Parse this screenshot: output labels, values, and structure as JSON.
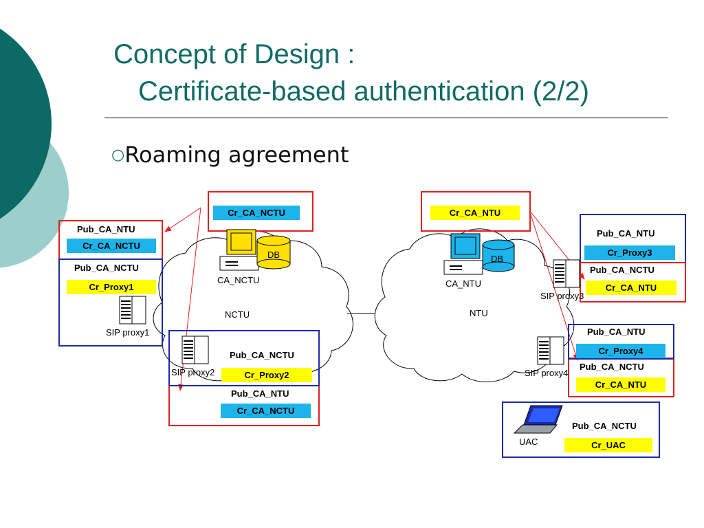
{
  "title": {
    "line1": "Concept of Design :",
    "line2": "Certificate-based authentication (2/2)"
  },
  "bullet": {
    "mark": "○",
    "text": "Roaming agreement"
  },
  "clouds": {
    "left": "NCTU",
    "right": "NTU"
  },
  "servers": {
    "ca_nctu": {
      "label": "CA_NCTU",
      "db": "DB"
    },
    "ca_ntu": {
      "label": "CA_NTU",
      "db": "DB"
    },
    "proxy1": "SIP proxy1",
    "proxy2": "SIP proxy2",
    "proxy3": "SIP proxy3",
    "proxy4": "SIP proxy4",
    "uac": "UAC"
  },
  "certs": {
    "ca_nctu_cert": "Cr_CA_NCTU",
    "ca_ntu_cert": "Cr_CA_NTU",
    "proxy1_top": {
      "pub": "Pub_CA_NTU",
      "cert": "Cr_CA_NCTU"
    },
    "proxy1_bottom": {
      "pub": "Pub_CA_NCTU",
      "cert": "Cr_Proxy1"
    },
    "proxy2_top": {
      "pub": "Pub_CA_NCTU",
      "cert": "Cr_Proxy2"
    },
    "proxy2_bottom": {
      "pub": "Pub_CA_NTU",
      "cert": "Cr_CA_NCTU"
    },
    "proxy3_top": {
      "pub": "Pub_CA_NTU",
      "cert": "Cr_Proxy3"
    },
    "proxy3_bottom": {
      "pub": "Pub_CA_NCTU",
      "cert": "Cr_CA_NTU"
    },
    "proxy4_top": {
      "pub": "Pub_CA_NTU",
      "cert": "Cr_Proxy4"
    },
    "proxy4_bottom": {
      "pub": "Pub_CA_NCTU",
      "cert": "Cr_CA_NTU"
    },
    "uac": {
      "pub": "Pub_CA_NCTU",
      "cert": "Cr_UAC"
    }
  },
  "colors": {
    "title": "#0f6b66",
    "cyan_tag": "#1cb4ea",
    "yellow_tag": "#fffe00",
    "red_border": "#e01e1e",
    "blue_border": "#1c2aa6",
    "deco_dark": "#0b6a63",
    "deco_light": "#9ccfcc"
  },
  "icons": [
    "computer-icon",
    "database-icon",
    "server-icon",
    "laptop-icon"
  ]
}
